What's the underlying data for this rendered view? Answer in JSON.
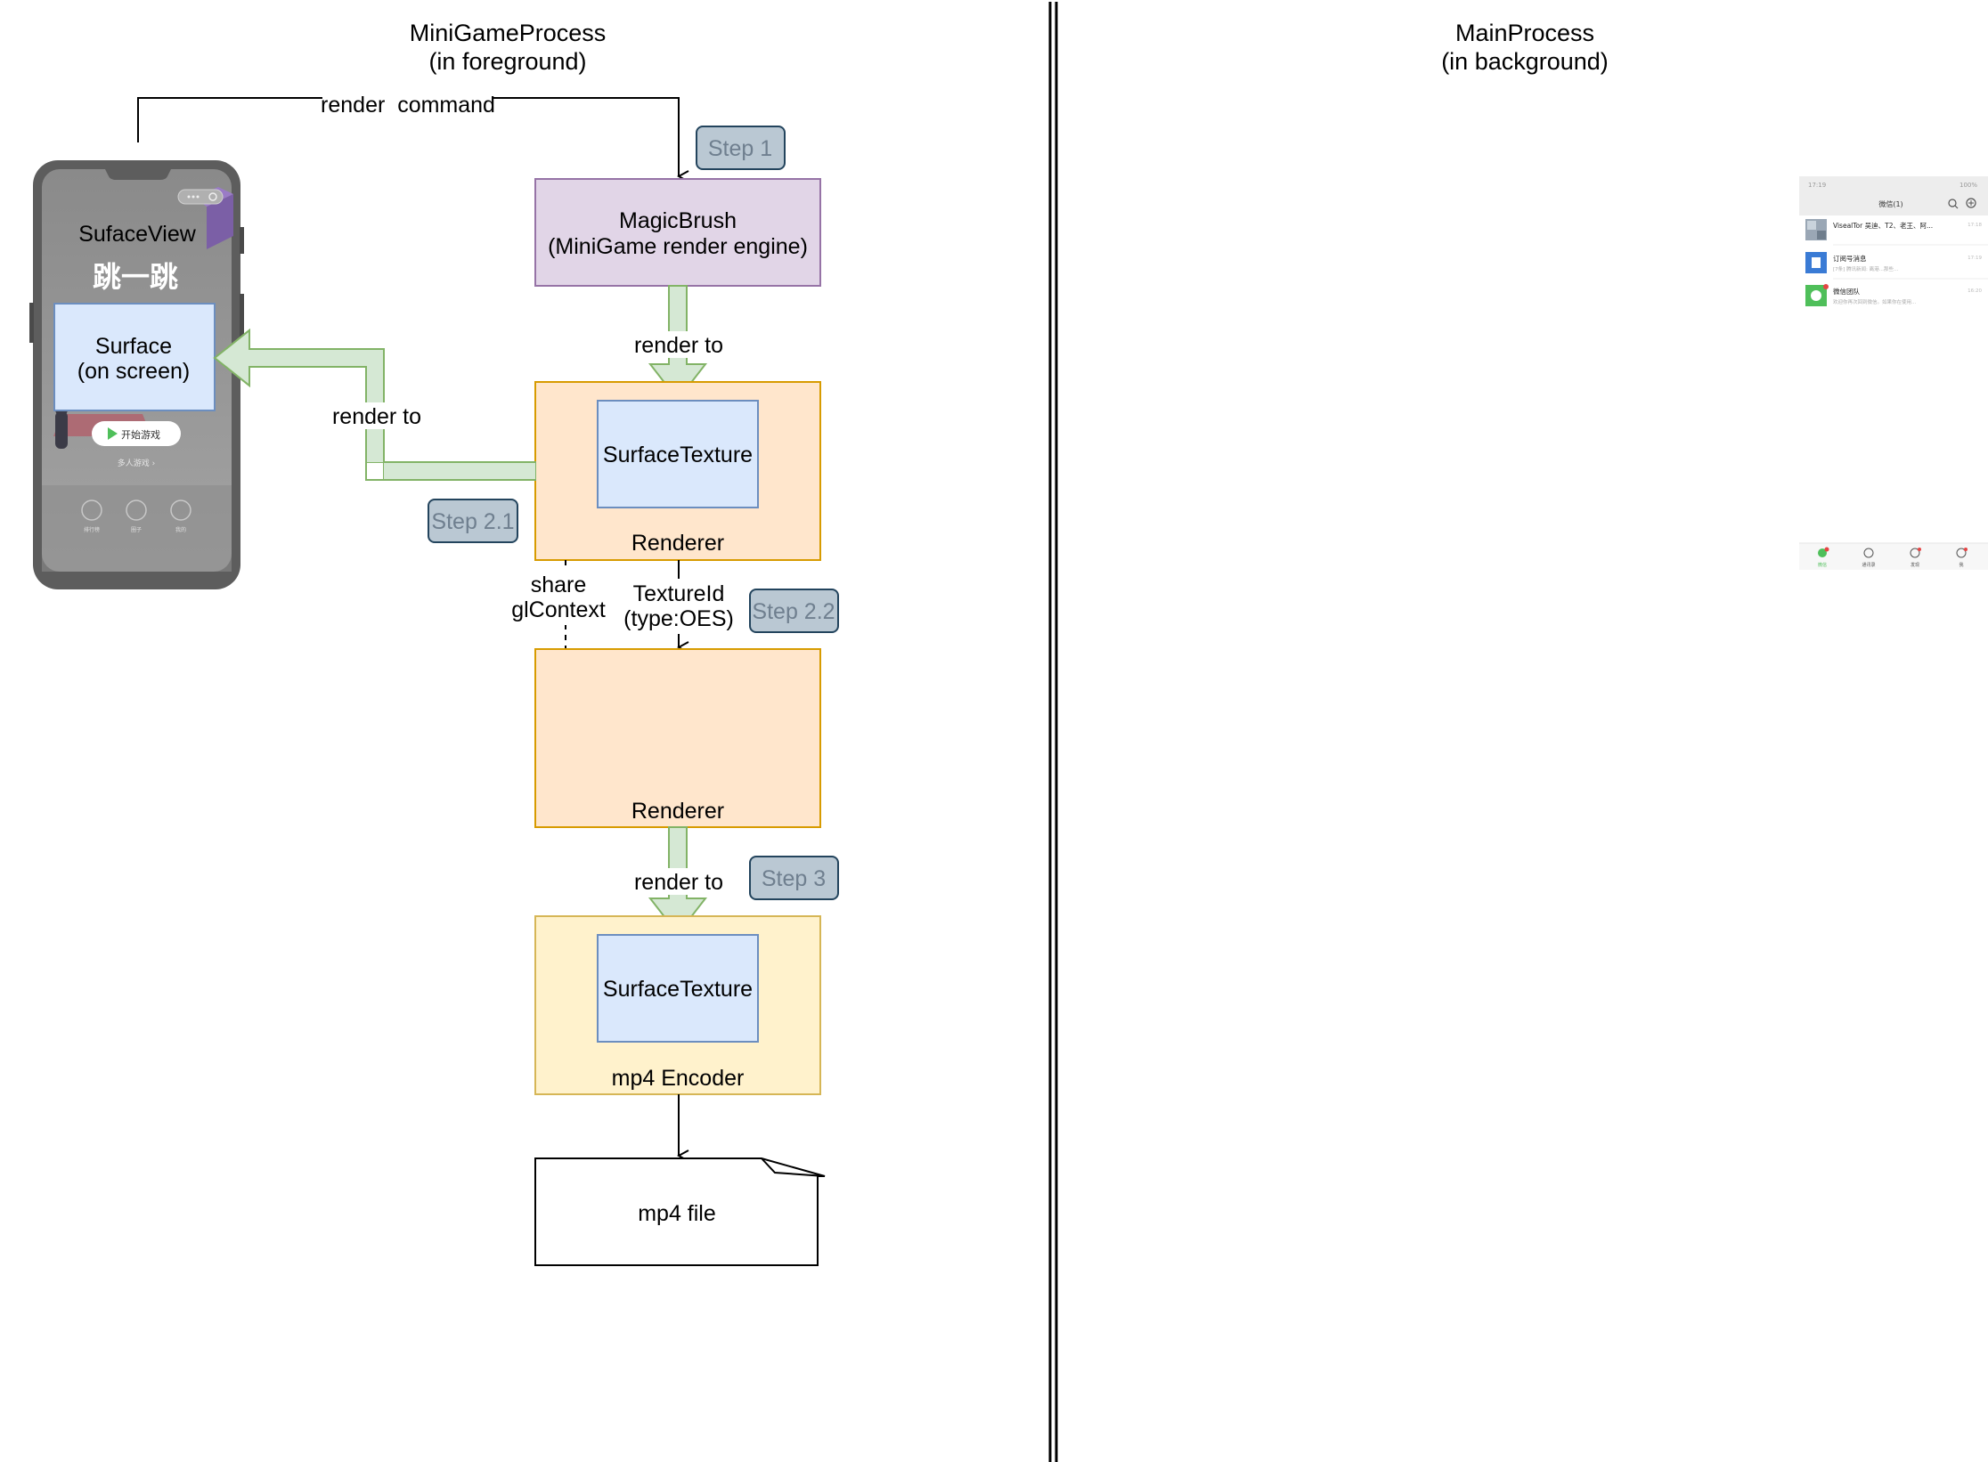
{
  "lanes": {
    "left_title": "MiniGameProcess",
    "left_subtitle": "(in foreground)",
    "right_title": "MainProcess",
    "right_subtitle": "(in background)"
  },
  "nodes": {
    "phone_label": "SufaceView",
    "game_title": "跳一跳",
    "surface_label": "Surface",
    "surface_sub": "(on screen)",
    "start_button": "开始游戏",
    "multiplayer_link": "多人游戏 ›",
    "phone_nav": [
      "排行榜",
      "圈子",
      "我的"
    ],
    "magicbrush_label": "MagicBrush",
    "magicbrush_sub": "(MiniGame render engine)",
    "surfacetexture_1": "SurfaceTexture",
    "renderer_1": "Renderer",
    "renderer_2": "Renderer",
    "surfacetexture_2": "SurfaceTexture",
    "encoder": "mp4 Encoder",
    "file": "mp4 file"
  },
  "edges": {
    "render_command": "render  command",
    "render_to_1": "render to",
    "render_to_left": "render to",
    "share_1": "share",
    "share_2": "glContext",
    "texture_1": "TextureId",
    "texture_2": "(type:OES)",
    "render_to_3": "render to"
  },
  "steps": {
    "s1": "Step 1",
    "s21": "Step 2.1",
    "s22": "Step 2.2",
    "s3": "Step 3"
  },
  "wechat": {
    "time": "17:19",
    "battery": "100%",
    "header": "微信(1)",
    "chats": [
      {
        "name": "VisealTor 吴迪、T2、老王、阿...",
        "time": "17:18",
        "preview": ""
      },
      {
        "name": "订阅号消息",
        "time": "17:19",
        "preview": "[7条] 腾讯新闻: 离港...那些..."
      },
      {
        "name": "微信团队",
        "time": "16:20",
        "preview": "欢迎你再次回到微信。如果你在使用..."
      }
    ],
    "tabs": [
      "微信",
      "通讯录",
      "发现",
      "我"
    ],
    "colors": {
      "green": "#4fbf5a",
      "blue": "#3a7bd5",
      "red": "#e54545"
    }
  },
  "colors": {
    "purple_fill": "#e1d5e7",
    "purple_stroke": "#9673a6",
    "orange_fill": "#ffe6cc",
    "orange_stroke": "#d79b00",
    "yellow_fill": "#fff2cc",
    "yellow_stroke": "#d6b656",
    "blue_fill": "#dae8fc",
    "blue_stroke": "#6c8ebf",
    "green_fill": "#d5e8d4",
    "green_stroke": "#82b366",
    "step_fill": "#bac8d3",
    "step_stroke": "#23445d"
  }
}
